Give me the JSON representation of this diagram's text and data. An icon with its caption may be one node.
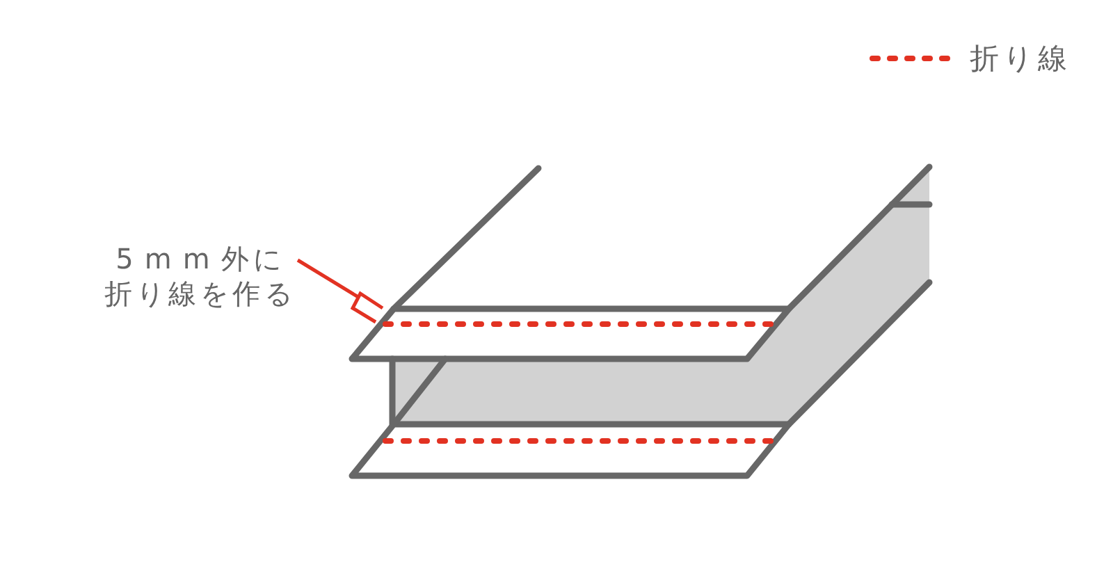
{
  "diagram": {
    "nodes": [
      {
        "text": [
          "5mm外に折り線を作る"
        ]
      },
      {
        "text": [],
        "shape": "bracket"
      }
    ],
    "edges": [
      {
        "from": 0,
        "to": 1,
        "arrow": "none"
      }
    ],
    "legend": [
      {
        "text": "折り線"
      }
    ]
  }
}
